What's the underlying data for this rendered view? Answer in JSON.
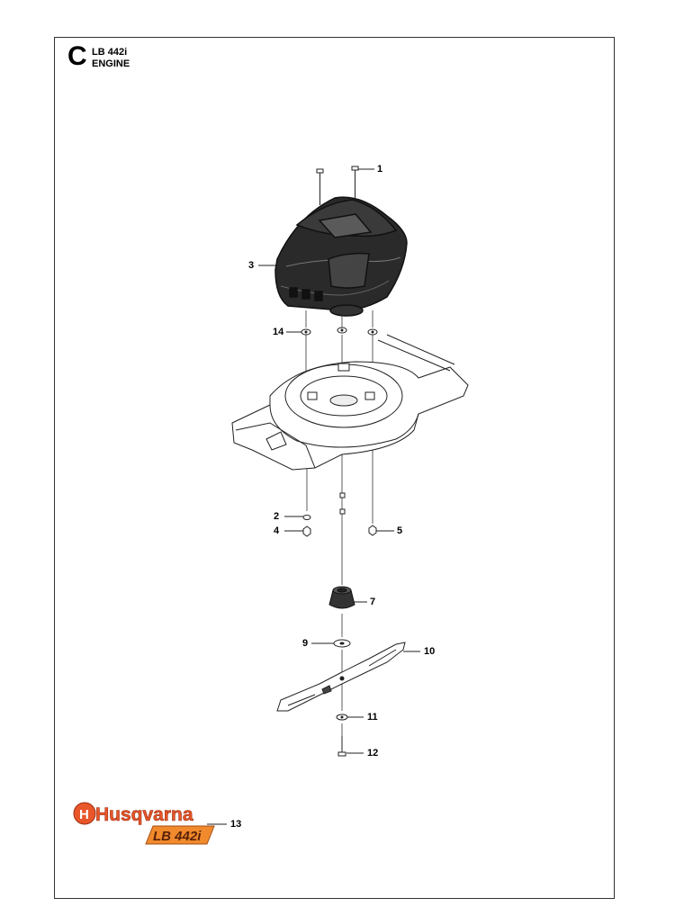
{
  "header": {
    "section_letter": "C",
    "model": "LB 442i",
    "section": "ENGINE"
  },
  "callouts": [
    {
      "id": "1",
      "label": "1"
    },
    {
      "id": "2",
      "label": "2"
    },
    {
      "id": "3",
      "label": "3"
    },
    {
      "id": "4",
      "label": "4"
    },
    {
      "id": "5",
      "label": "5"
    },
    {
      "id": "7",
      "label": "7"
    },
    {
      "id": "9",
      "label": "9"
    },
    {
      "id": "10",
      "label": "10"
    },
    {
      "id": "11",
      "label": "11"
    },
    {
      "id": "12",
      "label": "12"
    },
    {
      "id": "13",
      "label": "13"
    },
    {
      "id": "14",
      "label": "14"
    }
  ],
  "logo": {
    "brand": "Husqvarna",
    "model_badge": "LB 442i",
    "brand_color": "#e8562a",
    "badge_color": "#f08a2c"
  }
}
